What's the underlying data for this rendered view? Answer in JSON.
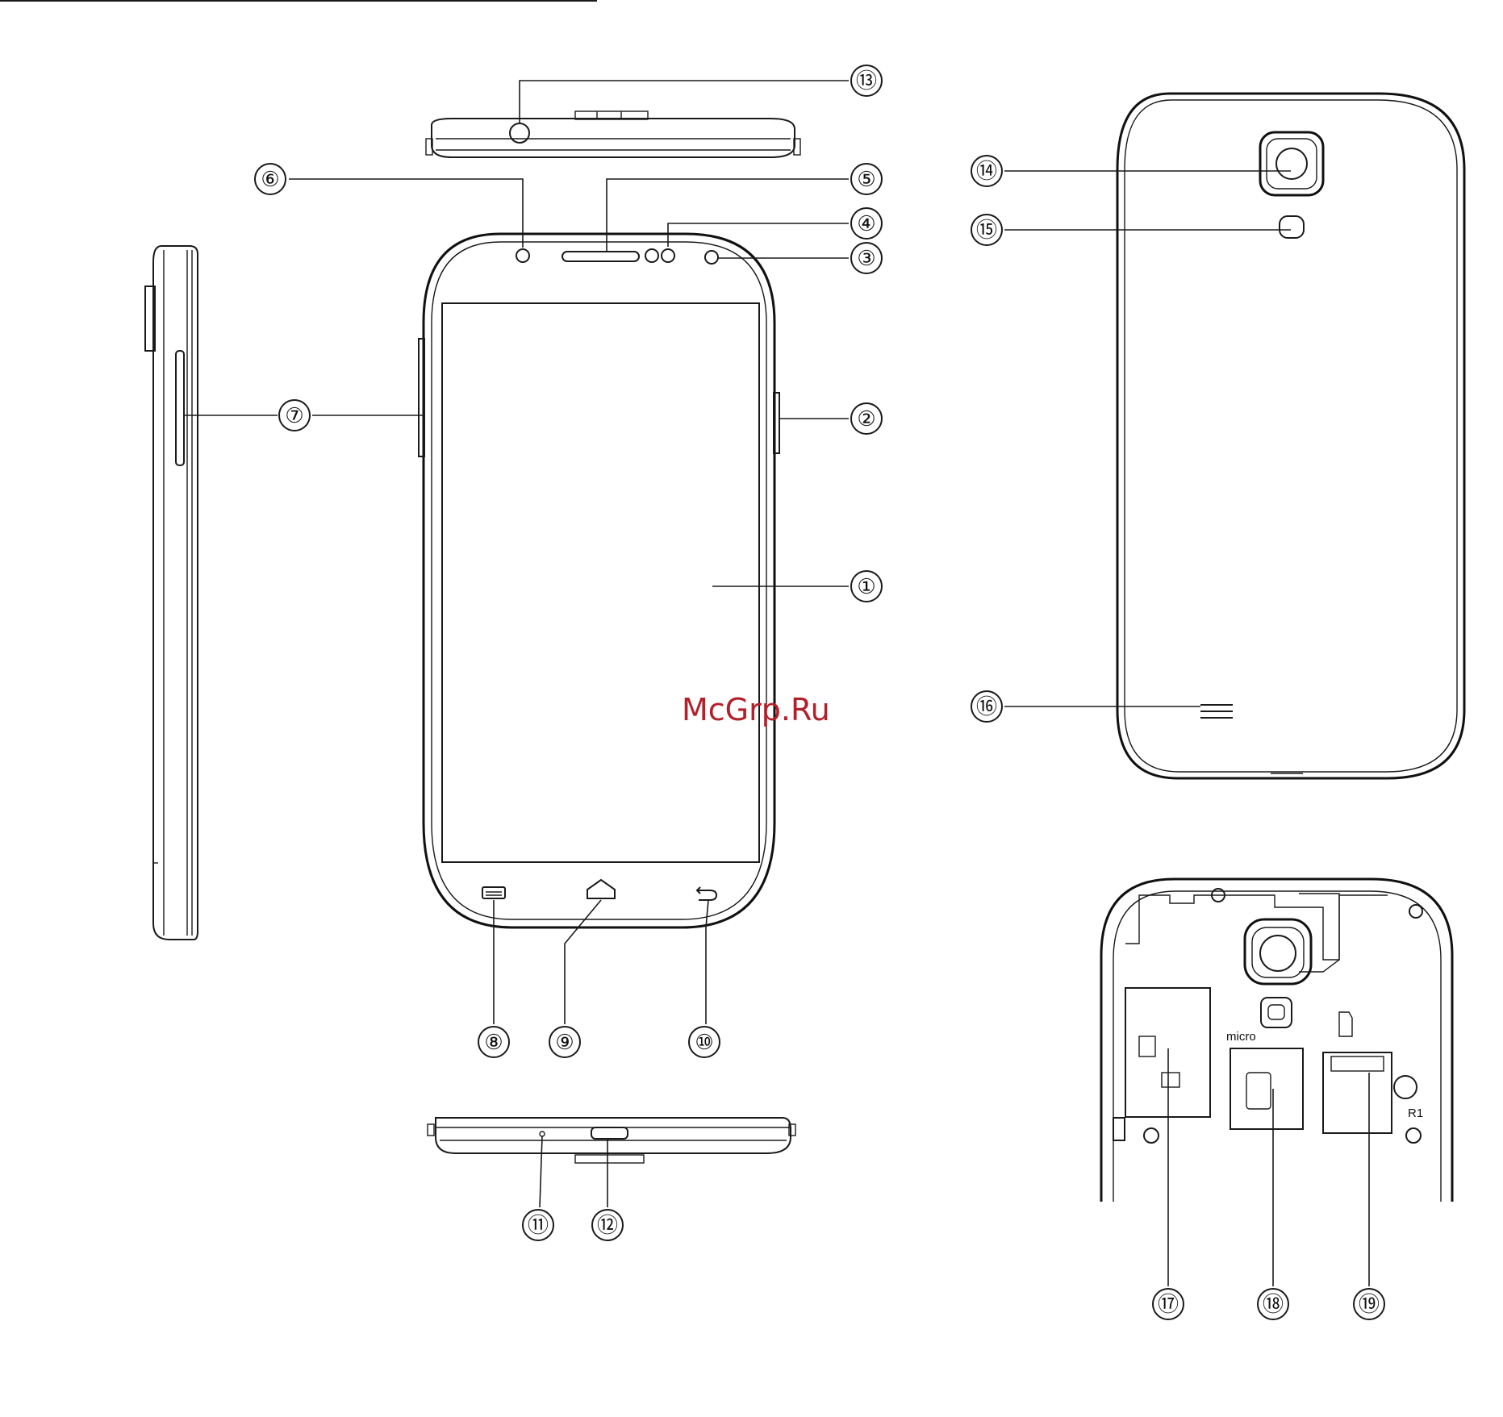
{
  "watermark": "McGrp.Ru",
  "callouts": [
    {
      "id": "1",
      "label": "①"
    },
    {
      "id": "2",
      "label": "②"
    },
    {
      "id": "3",
      "label": "③"
    },
    {
      "id": "4",
      "label": "④"
    },
    {
      "id": "5",
      "label": "⑤"
    },
    {
      "id": "6",
      "label": "⑥"
    },
    {
      "id": "7",
      "label": "⑦"
    },
    {
      "id": "8",
      "label": "⑧"
    },
    {
      "id": "9",
      "label": "⑨"
    },
    {
      "id": "10",
      "label": "⑩"
    },
    {
      "id": "11",
      "label": "⑪"
    },
    {
      "id": "12",
      "label": "⑫"
    },
    {
      "id": "13",
      "label": "⑬"
    },
    {
      "id": "14",
      "label": "⑭"
    },
    {
      "id": "15",
      "label": "⑮"
    },
    {
      "id": "16",
      "label": "⑯"
    },
    {
      "id": "17",
      "label": "⑰"
    },
    {
      "id": "18",
      "label": "⑱"
    },
    {
      "id": "19",
      "label": "⑲"
    }
  ],
  "internal_labels": {
    "microsd": "micro",
    "r1": "R1"
  }
}
